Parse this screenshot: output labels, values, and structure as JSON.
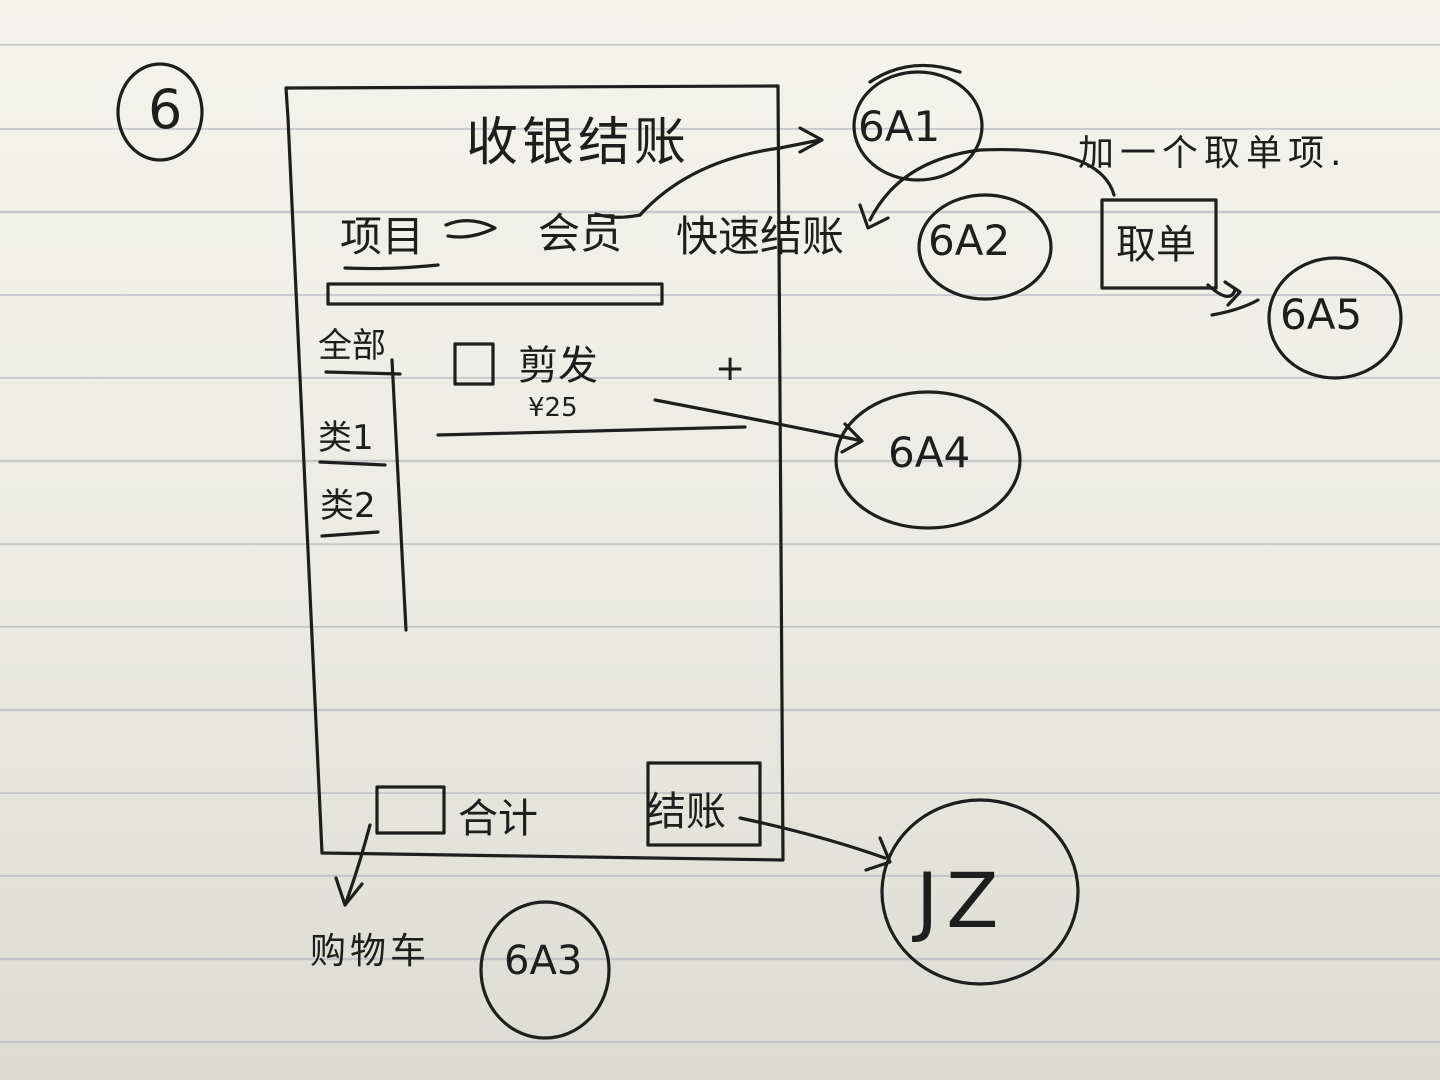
{
  "sketch_number": "6",
  "screen": {
    "title": "收银结账",
    "tabs": [
      "项目",
      "会员",
      "快速结账"
    ],
    "categories": [
      "全部",
      "类1",
      "类2"
    ],
    "item": {
      "name": "剪发",
      "price": "¥25",
      "add_symbol": "+"
    },
    "footer": {
      "total_label": "合计",
      "checkout_label": "结账"
    }
  },
  "annotations": {
    "add_order_item_note": "加一个取单项.",
    "order_button_label": "取单",
    "cart_note": "购物车",
    "refs": {
      "a1": "6A1",
      "a2": "6A2",
      "a3": "6A3",
      "a4": "6A4",
      "a5": "6A5",
      "jz": "JZ"
    }
  }
}
